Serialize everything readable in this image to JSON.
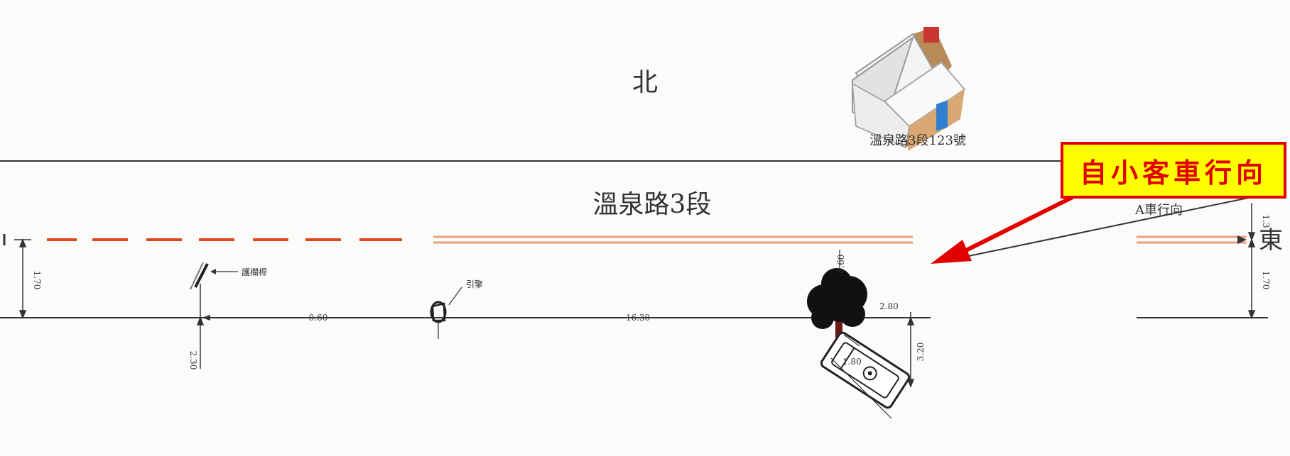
{
  "labels": {
    "north": "北",
    "house_address": "溫泉路3段123號",
    "road_name": "溫泉路3段",
    "vehicle_a_direction": "A車行向",
    "east": "東",
    "guardrail": "護欄桿",
    "engine": "引擎",
    "callout": "自小客車行向"
  },
  "dimensions": {
    "left_vertical": "1.70",
    "left_lower": "2.30",
    "segment_1": "0.60",
    "segment_2": "16.30",
    "tree_top": "0.60",
    "tree_right": "2.80",
    "car_right": "3.20",
    "car_left": "1.80",
    "right_vertical": "1.70",
    "right_top": "1.3"
  },
  "colors": {
    "callout_fill": "#ffff00",
    "callout_border": "#e00000",
    "arrow": "#e00000",
    "center_dash": "#e0461e",
    "double_line": "#e9a07e"
  },
  "icons": [
    "house-icon",
    "tree-icon",
    "car-icon",
    "guardrail-icon",
    "engine-icon"
  ]
}
